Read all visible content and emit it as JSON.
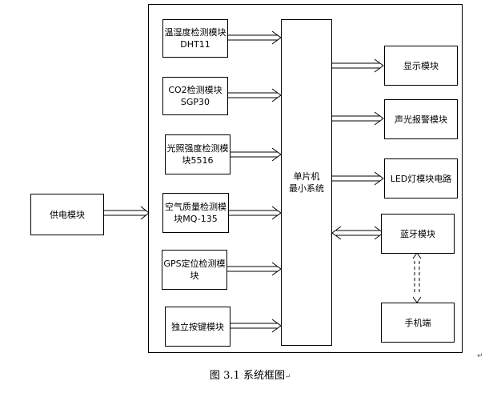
{
  "diagram": {
    "power": "供电模块",
    "sensors": [
      {
        "line1": "温湿度检测模块",
        "line2": "DHT11"
      },
      {
        "line1": "CO2检测模块",
        "line2": "SGP30"
      },
      {
        "line1": "光照强度检测模",
        "line2": "块5516"
      },
      {
        "line1": "空气质量检测模",
        "line2": "块MQ-135"
      },
      {
        "line1": "GPS定位检测模",
        "line2": "块"
      },
      {
        "line1": "独立按键模块",
        "line2": ""
      }
    ],
    "mcu": {
      "line1": "单片机",
      "line2": "最小系统"
    },
    "outputs": [
      "显示模块",
      "声光报警模块",
      "LED灯模块电路"
    ],
    "bluetooth": "蓝牙模块",
    "phone": "手机端"
  },
  "caption": "图 3.1 系统框图",
  "paragraph_mark": "↵"
}
